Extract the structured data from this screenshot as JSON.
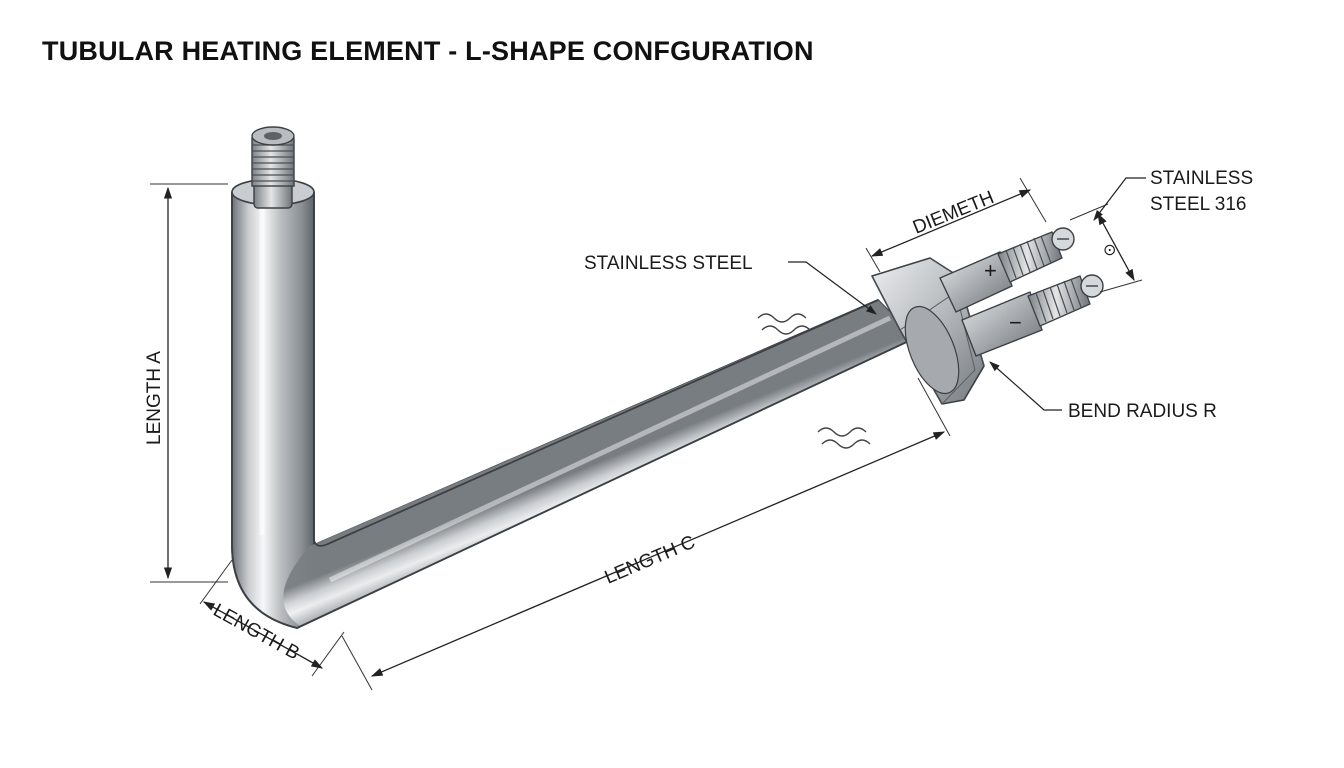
{
  "title": "TUBULAR HEATING ELEMENT - L-SHAPE CONFGURATION",
  "labels": {
    "length_a": "LENGTH A",
    "length_b": "LENGTH B",
    "length_c": "LENGTH C",
    "diameter": "DIEMETH",
    "stainless_steel": "STAINLESS STEEL",
    "stainless_316_line1": "STAINLESS",
    "stainless_316_line2": "STEEL 316",
    "bend_radius": "BEND RADIUS R"
  },
  "terminals": {
    "positive": "+",
    "negative": "−",
    "pitch_symbol": "⊙"
  },
  "colors": {
    "tube_dark": "#6e7378",
    "tube_light": "#f4f5f6",
    "tube_mid": "#b3b7bb",
    "line": "#222222"
  }
}
